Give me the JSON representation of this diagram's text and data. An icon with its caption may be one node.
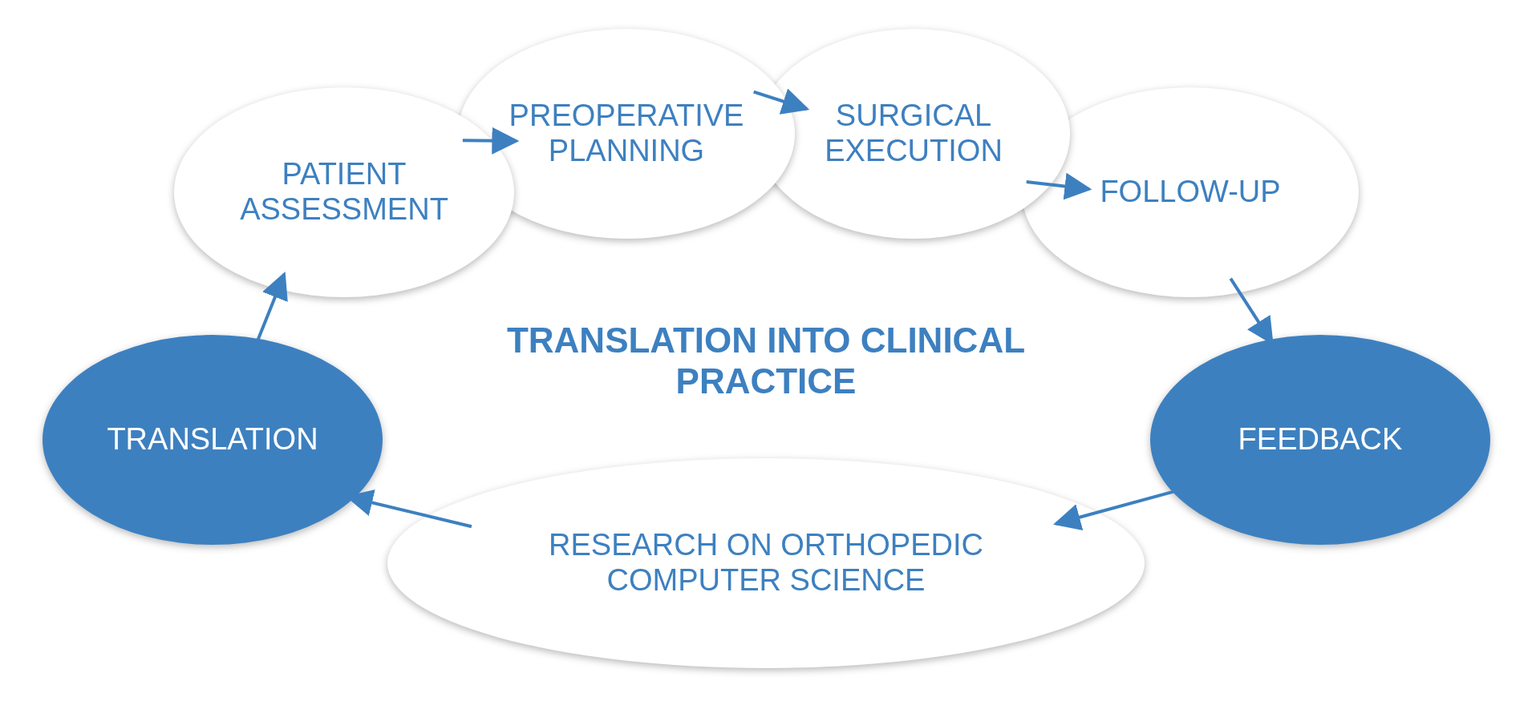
{
  "diagram": {
    "title": "TRANSLATION INTO CLINICAL PRACTICE",
    "nodes": [
      {
        "text": [
          "PATIENT ASSESSMENT"
        ]
      },
      {
        "text": [
          "PREOPERATIVE PLANNING"
        ]
      },
      {
        "text": [
          "SURGICAL EXECUTION"
        ]
      },
      {
        "text": [
          "FOLLOW-UP"
        ]
      },
      {
        "text": [
          "FEEDBACK"
        ]
      },
      {
        "text": [
          "RESEARCH ON ORTHOPEDIC COMPUTER SCIENCE"
        ]
      },
      {
        "text": [
          "TRANSLATION"
        ]
      }
    ],
    "edges": [
      {
        "from": 0,
        "to": 1,
        "arrow": "to"
      },
      {
        "from": 1,
        "to": 2,
        "arrow": "to"
      },
      {
        "from": 2,
        "to": 3,
        "arrow": "to"
      },
      {
        "from": 3,
        "to": 4,
        "arrow": "to"
      },
      {
        "from": 4,
        "to": 5,
        "arrow": "to"
      },
      {
        "from": 5,
        "to": 6,
        "arrow": "to"
      },
      {
        "from": 6,
        "to": 0,
        "arrow": "to"
      }
    ]
  }
}
